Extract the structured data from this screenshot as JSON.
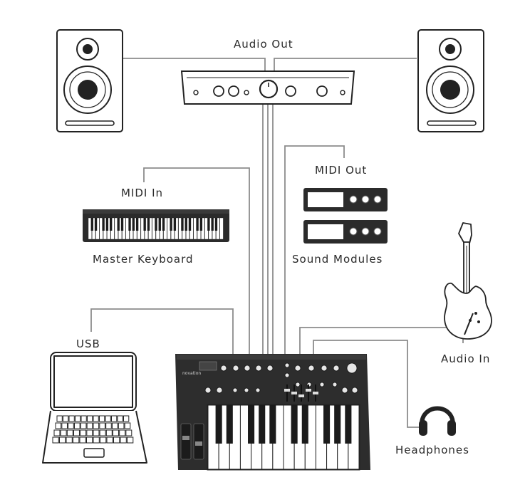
{
  "labels": {
    "audio_out": "Audio Out",
    "midi_in": "MIDI In",
    "master_keyboard": "Master Keyboard",
    "midi_out": "MIDI Out",
    "sound_modules": "Sound Modules",
    "usb": "USB",
    "audio_in": "Audio In",
    "headphones": "Headphones"
  },
  "synth_brand": "novation",
  "colors": {
    "line": "#8c8c8c",
    "device_dark": "#2b2b2b",
    "outline": "#222222"
  }
}
